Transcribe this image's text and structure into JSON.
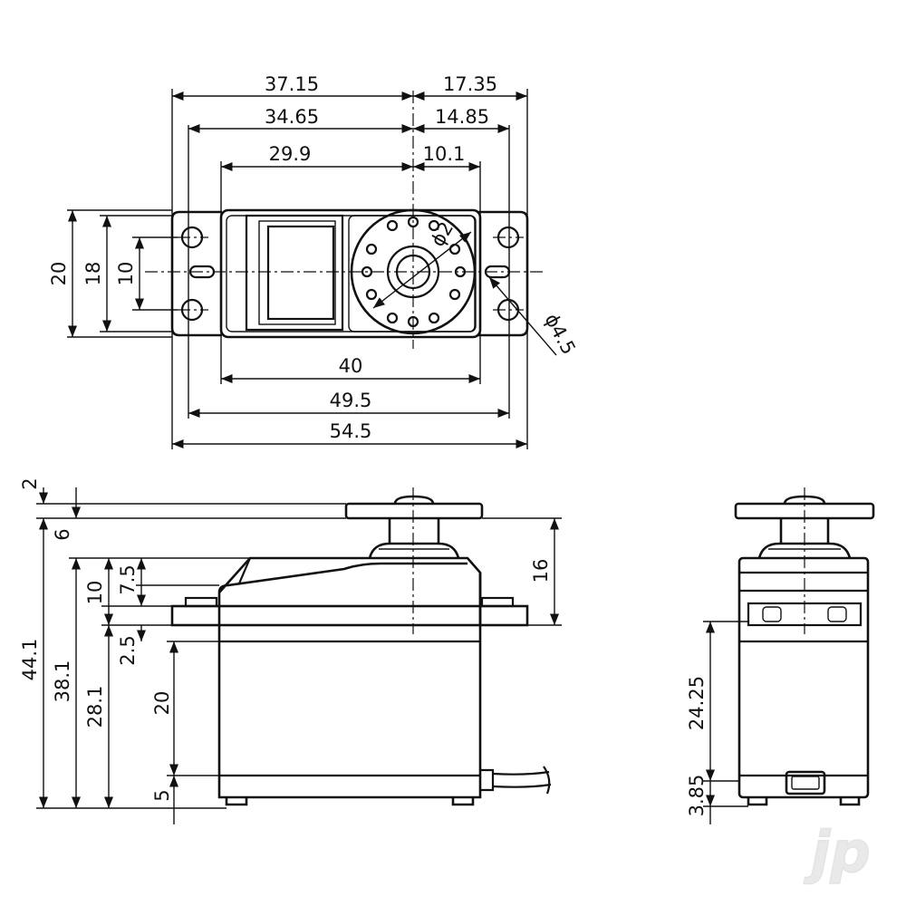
{
  "top_view": {
    "overall_width": "54.5",
    "mounting_hole_spacing": "49.5",
    "case_width": "40",
    "shaft_to_left_tab": "37.15",
    "shaft_to_left_hole": "34.65",
    "shaft_to_case_left": "29.9",
    "shaft_to_right_tab": "17.35",
    "shaft_to_right_hole": "14.85",
    "shaft_to_case_right": "10.1",
    "tab_height": "20",
    "case_depth": "18",
    "hole_spacing_vertical": "10",
    "hole_diameter": "ϕ4.5",
    "horn_diameter": "ϕ2"
  },
  "side_view": {
    "horn_thickness": "2",
    "horn_to_top": "6",
    "total_height": "44.1",
    "height_to_horn": "38.1",
    "case_height": "28.1",
    "top_cover": "10",
    "tab_offset": "7.5",
    "tab_thickness": "2.5",
    "bottom_section": "20",
    "base_height": "5",
    "shaft_height": "16"
  },
  "end_view": {
    "tab_to_base": "24.25",
    "foot_height": "3.85"
  },
  "logo": "jp"
}
